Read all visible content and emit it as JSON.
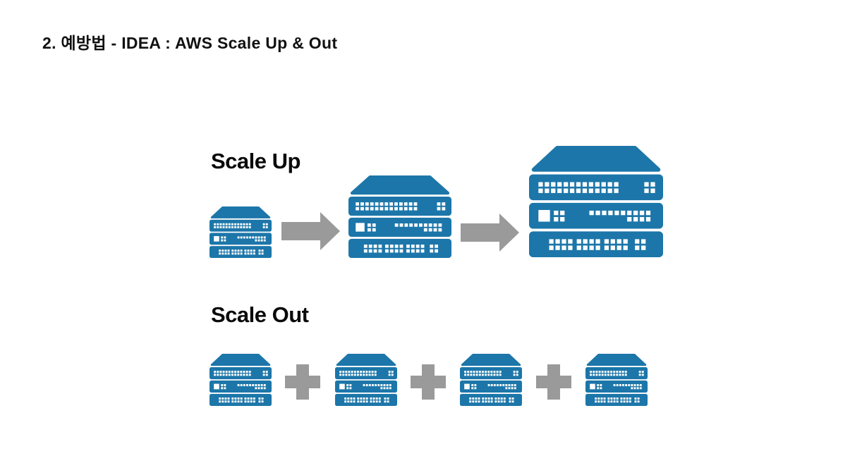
{
  "slide": {
    "title": "2. 예방법 - IDEA : AWS Scale Up & Out"
  },
  "scale_up": {
    "label": "Scale Up",
    "servers": [
      "small",
      "medium",
      "large"
    ],
    "connector_icon": "right-arrow-icon"
  },
  "scale_out": {
    "label": "Scale Out",
    "servers": [
      "small",
      "small",
      "small",
      "small"
    ],
    "connector_icon": "plus-icon"
  },
  "icons": {
    "server": "server-stack-icon"
  },
  "colors": {
    "server_blue": "#1C76A9",
    "connector_gray": "#9A9A9A",
    "title_text": "#111111",
    "background": "#FFFFFF"
  }
}
